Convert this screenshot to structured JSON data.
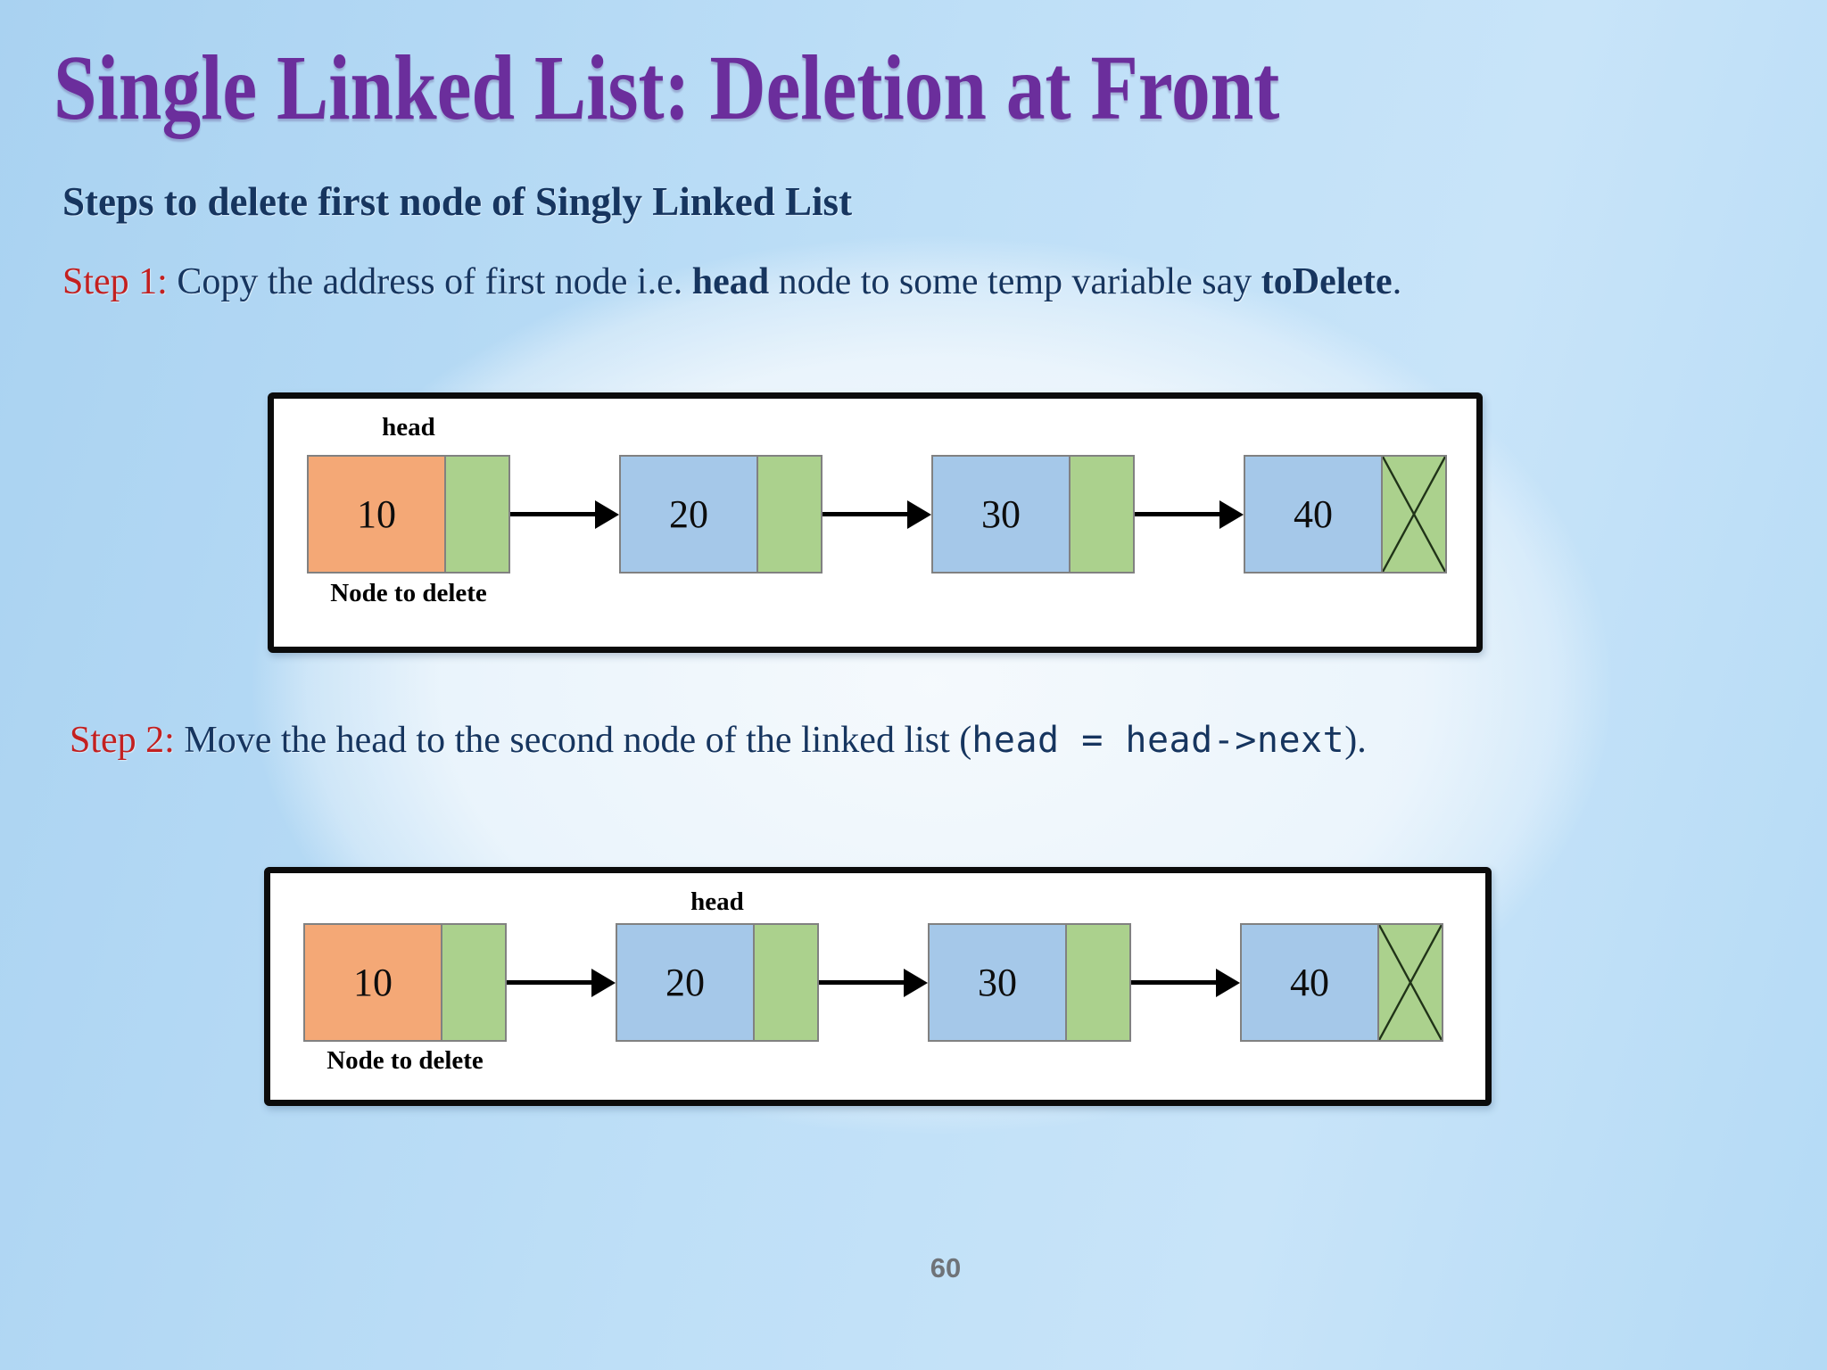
{
  "slide": {
    "title": "Single Linked List: Deletion at Front",
    "subtitle": "Steps to delete first node of Singly Linked List",
    "page_number": "60"
  },
  "colors": {
    "title_color": "#6B2E9C",
    "body_color": "#16355F",
    "step_color": "#C32020",
    "node_orange": "#F4A876",
    "node_blue": "#A5C8E9",
    "node_green": "#ABD18D",
    "cross_color": "#203318"
  },
  "step1": {
    "label": "Step 1:",
    "t1": " Copy the address of first node i.e. ",
    "b1": "head",
    "t2": " node to some temp variable say ",
    "b2": "toDelete",
    "t3": "."
  },
  "step2": {
    "label": "Step 2:",
    "t1": " Move the head to the second node of the linked list (",
    "code": "head = head->next",
    "t2": ")."
  },
  "diagram1": {
    "head_label": "head",
    "delete_label": "Node to delete",
    "nodes": [
      "10",
      "20",
      "30",
      "40"
    ],
    "null_marker": "X"
  },
  "diagram2": {
    "head_label": "head",
    "delete_label": "Node to delete",
    "nodes": [
      "10",
      "20",
      "30",
      "40"
    ],
    "null_marker": "X"
  }
}
